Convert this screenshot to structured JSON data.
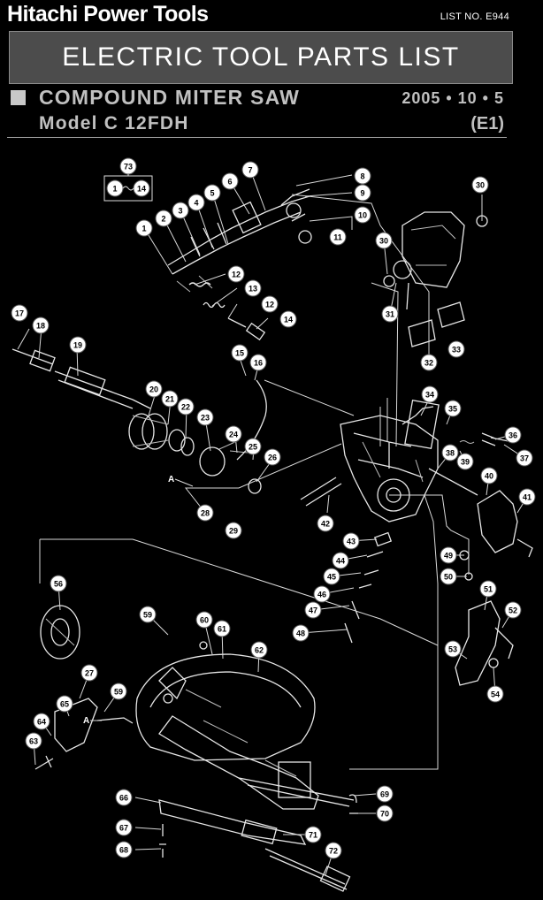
{
  "header": {
    "brand": "Hitachi Power Tools",
    "list_no": "LIST NO. E944",
    "banner": "ELECTRIC TOOL PARTS LIST",
    "product": "COMPOUND MITER SAW",
    "date": "2005 • 10 • 5",
    "model": "Model C 12FDH",
    "edition": "(E1)"
  },
  "group_box": {
    "label": "73",
    "members": [
      "1",
      "14"
    ]
  },
  "callouts": [
    "1",
    "2",
    "3",
    "4",
    "5",
    "6",
    "7",
    "8",
    "9",
    "10",
    "11",
    "12",
    "13",
    "12",
    "14",
    "15",
    "16",
    "17",
    "18",
    "19",
    "20",
    "21",
    "22",
    "23",
    "24",
    "25",
    "26",
    "27",
    "28",
    "29",
    "30",
    "30",
    "31",
    "32",
    "33",
    "34",
    "35",
    "36",
    "37",
    "38",
    "39",
    "40",
    "41",
    "42",
    "43",
    "44",
    "45",
    "46",
    "47",
    "48",
    "49",
    "50",
    "51",
    "52",
    "53",
    "54",
    "56",
    "59",
    "59",
    "60",
    "61",
    "62",
    "63",
    "64",
    "65",
    "66",
    "67",
    "68",
    "69",
    "70",
    "71",
    "72"
  ],
  "reference_letters": [
    "A"
  ]
}
